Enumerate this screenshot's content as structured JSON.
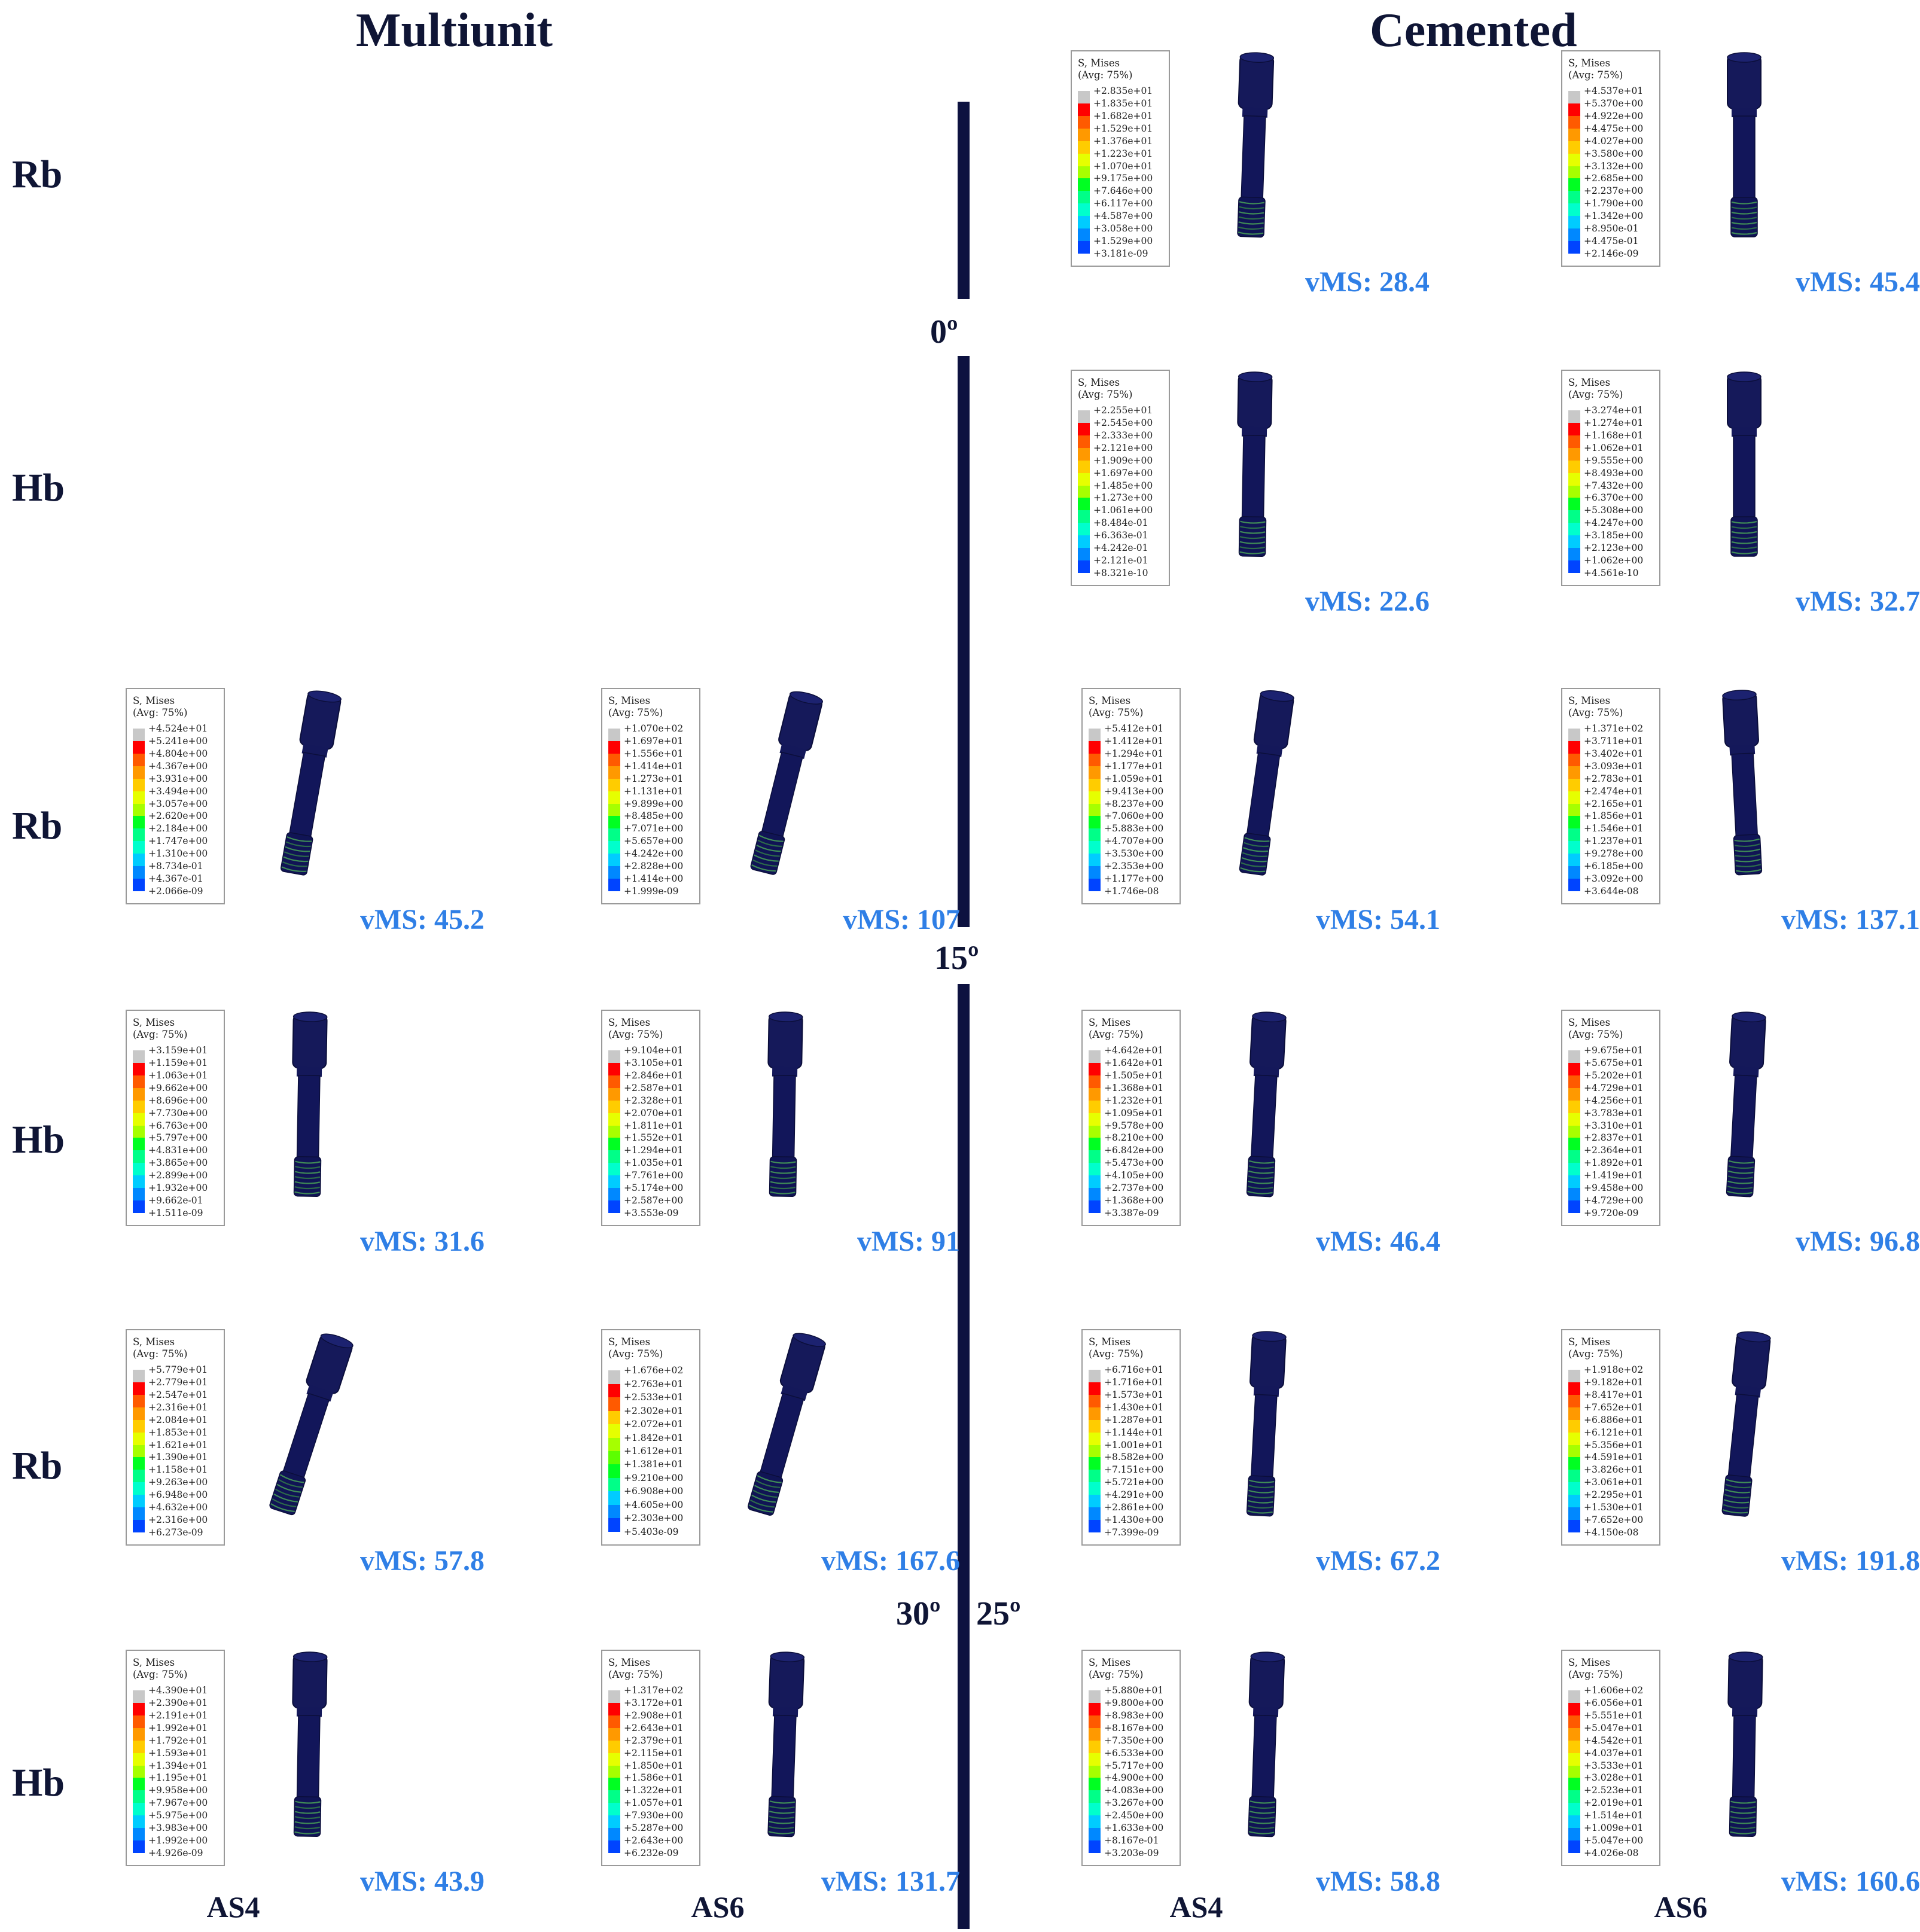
{
  "headers": {
    "multiunit": "Multiunit",
    "cemented": "Cemented"
  },
  "column_labels": [
    "AS4",
    "AS6",
    "AS4",
    "AS6"
  ],
  "angle_labels": {
    "a0": "0º",
    "a15": "15º",
    "a30": "30º",
    "a25": "25º"
  },
  "row_labels": [
    "Rb",
    "Hb",
    "Rb",
    "Hb",
    "Rb",
    "Hb"
  ],
  "legend_title": [
    "S, Mises",
    "(Avg: 75%)"
  ],
  "colormap": [
    "#c8c8c8",
    "#ff0000",
    "#ff5a00",
    "#ff9900",
    "#ffcc00",
    "#e6ff00",
    "#a6ff00",
    "#5cff00",
    "#00ff22",
    "#00ff88",
    "#00ffcc",
    "#00ccff",
    "#0088ff",
    "#0044ff",
    "#0000ff"
  ],
  "panels": [
    {
      "row": 0,
      "col": 2,
      "vms": "vMS: 28.4",
      "tilt": 2,
      "legend": [
        "+2.835e+01",
        "+1.835e+01",
        "+1.682e+01",
        "+1.529e+01",
        "+1.376e+01",
        "+1.223e+01",
        "+1.070e+01",
        "+9.175e+00",
        "+7.646e+00",
        "+6.117e+00",
        "+4.587e+00",
        "+3.058e+00",
        "+1.529e+00",
        "+3.181e-09"
      ]
    },
    {
      "row": 0,
      "col": 3,
      "vms": "vMS: 45.4",
      "tilt": 0,
      "legend": [
        "+4.537e+01",
        "+5.370e+00",
        "+4.922e+00",
        "+4.475e+00",
        "+4.027e+00",
        "+3.580e+00",
        "+3.132e+00",
        "+2.685e+00",
        "+2.237e+00",
        "+1.790e+00",
        "+1.342e+00",
        "+8.950e-01",
        "+4.475e-01",
        "+2.146e-09"
      ]
    },
    {
      "row": 1,
      "col": 2,
      "vms": "vMS: 22.6",
      "tilt": 1,
      "legend": [
        "+2.255e+01",
        "+2.545e+00",
        "+2.333e+00",
        "+2.121e+00",
        "+1.909e+00",
        "+1.697e+00",
        "+1.485e+00",
        "+1.273e+00",
        "+1.061e+00",
        "+8.484e-01",
        "+6.363e-01",
        "+4.242e-01",
        "+2.121e-01",
        "+8.321e-10"
      ]
    },
    {
      "row": 1,
      "col": 3,
      "vms": "vMS: 32.7",
      "tilt": 0,
      "legend": [
        "+3.274e+01",
        "+1.274e+01",
        "+1.168e+01",
        "+1.062e+01",
        "+9.555e+00",
        "+8.493e+00",
        "+7.432e+00",
        "+6.370e+00",
        "+5.308e+00",
        "+4.247e+00",
        "+3.185e+00",
        "+2.123e+00",
        "+1.062e+00",
        "+4.561e-10"
      ]
    },
    {
      "row": 2,
      "col": 0,
      "vms": "vMS: 45.2",
      "tilt": 10,
      "legend": [
        "+4.524e+01",
        "+5.241e+00",
        "+4.804e+00",
        "+4.367e+00",
        "+3.931e+00",
        "+3.494e+00",
        "+3.057e+00",
        "+2.620e+00",
        "+2.184e+00",
        "+1.747e+00",
        "+1.310e+00",
        "+8.734e-01",
        "+4.367e-01",
        "+2.066e-09"
      ]
    },
    {
      "row": 2,
      "col": 1,
      "vms": "vMS: 107",
      "tilt": 14,
      "legend": [
        "+1.070e+02",
        "+1.697e+01",
        "+1.556e+01",
        "+1.414e+01",
        "+1.273e+01",
        "+1.131e+01",
        "+9.899e+00",
        "+8.485e+00",
        "+7.071e+00",
        "+5.657e+00",
        "+4.242e+00",
        "+2.828e+00",
        "+1.414e+00",
        "+1.999e-09"
      ]
    },
    {
      "row": 2,
      "col": 2,
      "vms": "vMS: 54.1",
      "tilt": 8,
      "legend": [
        "+5.412e+01",
        "+1.412e+01",
        "+1.294e+01",
        "+1.177e+01",
        "+1.059e+01",
        "+9.413e+00",
        "+8.237e+00",
        "+7.060e+00",
        "+5.883e+00",
        "+4.707e+00",
        "+3.530e+00",
        "+2.353e+00",
        "+1.177e+00",
        "+1.746e-08"
      ]
    },
    {
      "row": 2,
      "col": 3,
      "vms": "vMS: 137.1",
      "tilt": -3,
      "legend": [
        "+1.371e+02",
        "+3.711e+01",
        "+3.402e+01",
        "+3.093e+01",
        "+2.783e+01",
        "+2.474e+01",
        "+2.165e+01",
        "+1.856e+01",
        "+1.546e+01",
        "+1.237e+01",
        "+9.278e+00",
        "+6.185e+00",
        "+3.092e+00",
        "+3.644e-08"
      ]
    },
    {
      "row": 3,
      "col": 0,
      "vms": "vMS: 31.6",
      "tilt": 1,
      "legend": [
        "+3.159e+01",
        "+1.159e+01",
        "+1.063e+01",
        "+9.662e+00",
        "+8.696e+00",
        "+7.730e+00",
        "+6.763e+00",
        "+5.797e+00",
        "+4.831e+00",
        "+3.865e+00",
        "+2.899e+00",
        "+1.932e+00",
        "+9.662e-01",
        "+1.511e-09"
      ]
    },
    {
      "row": 3,
      "col": 1,
      "vms": "vMS: 91",
      "tilt": 1,
      "legend": [
        "+9.104e+01",
        "+3.105e+01",
        "+2.846e+01",
        "+2.587e+01",
        "+2.328e+01",
        "+2.070e+01",
        "+1.811e+01",
        "+1.552e+01",
        "+1.294e+01",
        "+1.035e+01",
        "+7.761e+00",
        "+5.174e+00",
        "+2.587e+00",
        "+3.553e-09"
      ]
    },
    {
      "row": 3,
      "col": 2,
      "vms": "vMS: 46.4",
      "tilt": 3,
      "legend": [
        "+4.642e+01",
        "+1.642e+01",
        "+1.505e+01",
        "+1.368e+01",
        "+1.232e+01",
        "+1.095e+01",
        "+9.578e+00",
        "+8.210e+00",
        "+6.842e+00",
        "+5.473e+00",
        "+4.105e+00",
        "+2.737e+00",
        "+1.368e+00",
        "+3.387e-09"
      ]
    },
    {
      "row": 3,
      "col": 3,
      "vms": "vMS: 96.8",
      "tilt": 3,
      "legend": [
        "+9.675e+01",
        "+5.675e+01",
        "+5.202e+01",
        "+4.729e+01",
        "+4.256e+01",
        "+3.783e+01",
        "+3.310e+01",
        "+2.837e+01",
        "+2.364e+01",
        "+1.892e+01",
        "+1.419e+01",
        "+9.458e+00",
        "+4.729e+00",
        "+9.720e-09"
      ]
    },
    {
      "row": 4,
      "col": 0,
      "vms": "vMS: 57.8",
      "tilt": 18,
      "legend": [
        "+5.779e+01",
        "+2.779e+01",
        "+2.547e+01",
        "+2.316e+01",
        "+2.084e+01",
        "+1.853e+01",
        "+1.621e+01",
        "+1.390e+01",
        "+1.158e+01",
        "+9.263e+00",
        "+6.948e+00",
        "+4.632e+00",
        "+2.316e+00",
        "+6.273e-09"
      ]
    },
    {
      "row": 4,
      "col": 1,
      "vms": "vMS: 167.6",
      "tilt": 16,
      "legend": [
        "+1.676e+02",
        "+2.763e+01",
        "+2.533e+01",
        "+2.302e+01",
        "+2.072e+01",
        "+1.842e+01",
        "+1.612e+01",
        "+1.381e+01",
        "+9.210e+00",
        "+6.908e+00",
        "+4.605e+00",
        "+2.303e+00",
        "+5.403e-09"
      ]
    },
    {
      "row": 4,
      "col": 2,
      "vms": "vMS: 67.2",
      "tilt": 3,
      "legend": [
        "+6.716e+01",
        "+1.716e+01",
        "+1.573e+01",
        "+1.430e+01",
        "+1.287e+01",
        "+1.144e+01",
        "+1.001e+01",
        "+8.582e+00",
        "+7.151e+00",
        "+5.721e+00",
        "+4.291e+00",
        "+2.861e+00",
        "+1.430e+00",
        "+7.399e-09"
      ]
    },
    {
      "row": 4,
      "col": 3,
      "vms": "vMS: 191.8",
      "tilt": 6,
      "legend": [
        "+1.918e+02",
        "+9.182e+01",
        "+8.417e+01",
        "+7.652e+01",
        "+6.886e+01",
        "+6.121e+01",
        "+5.356e+01",
        "+4.591e+01",
        "+3.826e+01",
        "+3.061e+01",
        "+2.295e+01",
        "+1.530e+01",
        "+7.652e+00",
        "+4.150e-08"
      ]
    },
    {
      "row": 5,
      "col": 0,
      "vms": "vMS: 43.9",
      "tilt": 1,
      "legend": [
        "+4.390e+01",
        "+2.390e+01",
        "+2.191e+01",
        "+1.992e+01",
        "+1.792e+01",
        "+1.593e+01",
        "+1.394e+01",
        "+1.195e+01",
        "+9.958e+00",
        "+7.967e+00",
        "+5.975e+00",
        "+3.983e+00",
        "+1.992e+00",
        "+4.926e-09"
      ]
    },
    {
      "row": 5,
      "col": 1,
      "vms": "vMS: 131.7",
      "tilt": 2,
      "legend": [
        "+1.317e+02",
        "+3.172e+01",
        "+2.908e+01",
        "+2.643e+01",
        "+2.379e+01",
        "+2.115e+01",
        "+1.850e+01",
        "+1.586e+01",
        "+1.322e+01",
        "+1.057e+01",
        "+7.930e+00",
        "+5.287e+00",
        "+2.643e+00",
        "+6.232e-09"
      ]
    },
    {
      "row": 5,
      "col": 2,
      "vms": "vMS: 58.8",
      "tilt": 2,
      "legend": [
        "+5.880e+01",
        "+9.800e+00",
        "+8.983e+00",
        "+8.167e+00",
        "+7.350e+00",
        "+6.533e+00",
        "+5.717e+00",
        "+4.900e+00",
        "+4.083e+00",
        "+3.267e+00",
        "+2.450e+00",
        "+1.633e+00",
        "+8.167e-01",
        "+3.203e-09"
      ]
    },
    {
      "row": 5,
      "col": 3,
      "vms": "vMS: 160.6",
      "tilt": 1,
      "legend": [
        "+1.606e+02",
        "+6.056e+01",
        "+5.551e+01",
        "+5.047e+01",
        "+4.542e+01",
        "+4.037e+01",
        "+3.533e+01",
        "+3.028e+01",
        "+2.523e+01",
        "+2.019e+01",
        "+1.514e+01",
        "+1.009e+01",
        "+5.047e+00",
        "+4.026e-08"
      ]
    }
  ]
}
